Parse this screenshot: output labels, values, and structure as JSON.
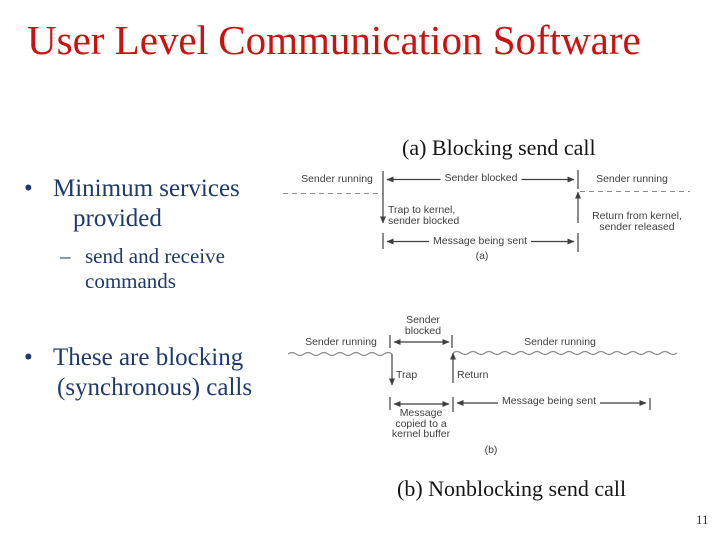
{
  "slide": {
    "title": "User Level Communication Software",
    "page_number": "11"
  },
  "colors": {
    "title_red": "#cc1111",
    "body_navy": "#1c3a6e",
    "diagram_ink": "#3f3f3f"
  },
  "bullets": {
    "b1": {
      "marker": "•",
      "line1": "Minimum services",
      "line2": "provided"
    },
    "sub1": {
      "marker": "–",
      "line1": "send and receive",
      "line2": "commands"
    },
    "b2": {
      "marker": "•",
      "line1": "These are blocking",
      "line2": "(synchronous) calls"
    }
  },
  "captions": {
    "a": "(a) Blocking send call",
    "b": "(b) Nonblocking send call"
  },
  "diagram_a": {
    "sender_running_left": "Sender running",
    "sender_blocked": "Sender blocked",
    "sender_running_right": "Sender running",
    "trap_line1": "Trap to kernel,",
    "trap_line2": "sender blocked",
    "return_line1": "Return from kernel,",
    "return_line2": "sender released",
    "message": "Message being sent",
    "label": "(a)"
  },
  "diagram_b": {
    "blocked_line1": "Sender",
    "blocked_line2": "blocked",
    "sender_running_left": "Sender running",
    "sender_running_right": "Sender running",
    "trap": "Trap",
    "return": "Return",
    "copied_line1": "Message",
    "copied_line2": "copied to a",
    "copied_line3": "kernel buffer",
    "message": "Message being sent",
    "label": "(b)"
  }
}
